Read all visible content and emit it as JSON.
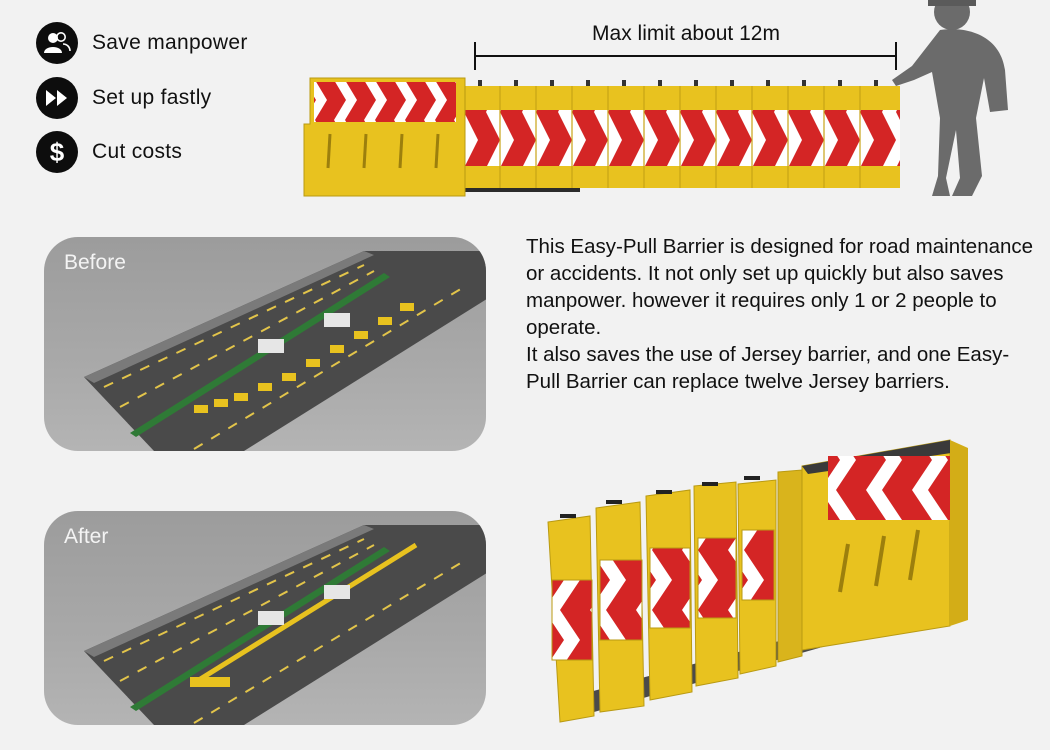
{
  "features": [
    {
      "icon": "team-icon",
      "label": "Save manpower"
    },
    {
      "icon": "fast-forward-icon",
      "label": "Set up fastly"
    },
    {
      "icon": "dollar-icon",
      "label": "Cut costs"
    }
  ],
  "hero": {
    "limit_label": "Max limit about 12m"
  },
  "panels": {
    "before": "Before",
    "after": "After"
  },
  "description": [
    "This Easy-Pull Barrier is designed for road maintenance or accidents. It not only set up quickly but also saves manpower. however it requires only 1 or 2 people to operate.",
    "It also saves the use of Jersey barrier, and one Easy-Pull Barrier can replace twelve Jersey barriers."
  ],
  "colors": {
    "barrier_yellow": "#e8c21f",
    "chevron_red": "#d42525",
    "road_dark": "#4a4a4a",
    "icon_black": "#0d0d0d"
  }
}
